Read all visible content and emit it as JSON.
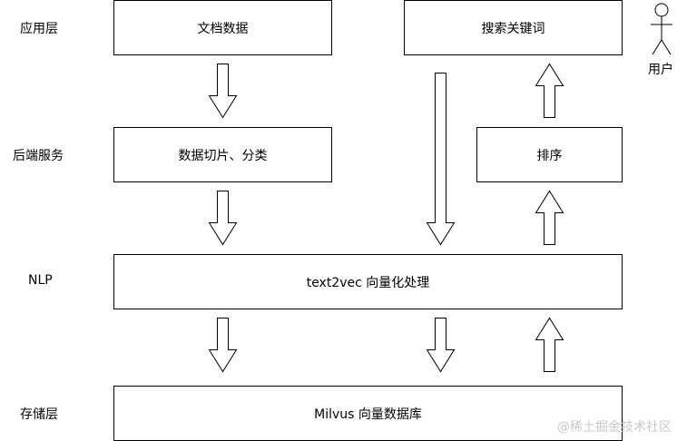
{
  "layers": {
    "app": "应用层",
    "backend": "后端服务",
    "nlp": "NLP",
    "storage": "存储层"
  },
  "boxes": {
    "docs": "文档数据",
    "search": "搜索关键词",
    "slice": "数据切片、分类",
    "sort": "排序",
    "vec": "text2vec 向量化处理",
    "milvus": "Milvus 向量数据库"
  },
  "actor": {
    "label": "用户"
  },
  "watermark": "@稀土掘金技术社区"
}
